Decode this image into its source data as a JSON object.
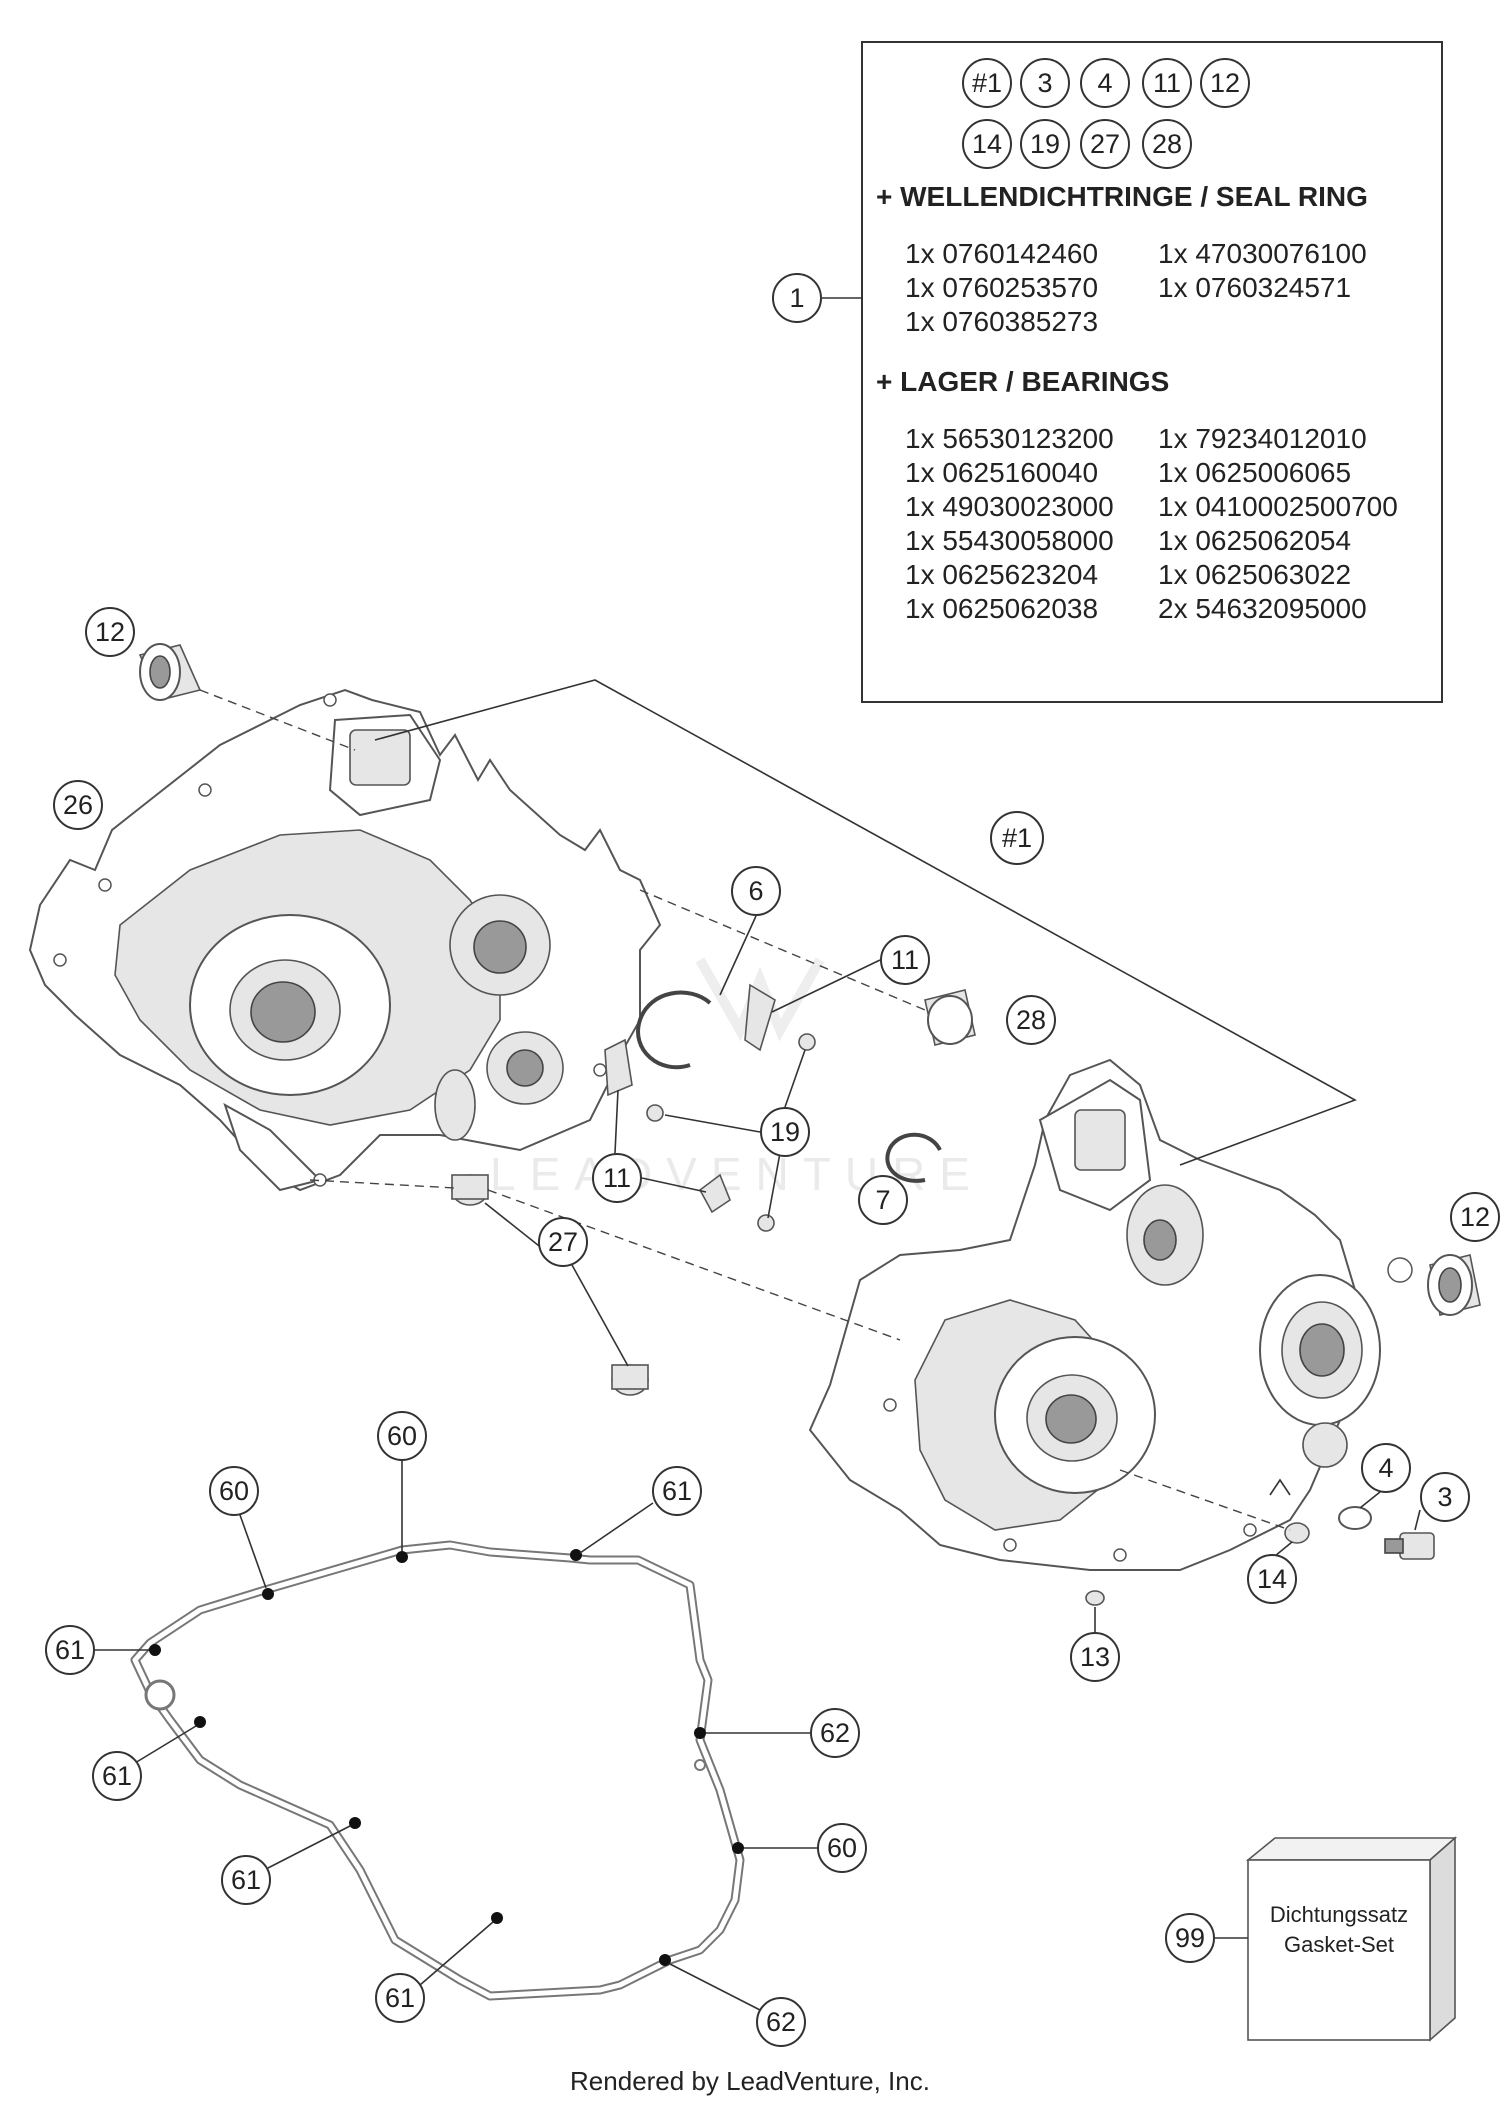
{
  "legend": {
    "ref_row1": [
      "#1",
      "3",
      "4",
      "11",
      "12"
    ],
    "ref_row2": [
      "14",
      "19",
      "27",
      "28"
    ],
    "callout": "1",
    "seal_heading": "+ WELLENDICHTRINGE / SEAL RING",
    "seal_rows": [
      [
        "1x 0760142460",
        "1x 47030076100"
      ],
      [
        "1x 0760253570",
        "1x 0760324571"
      ],
      [
        "1x 0760385273",
        ""
      ]
    ],
    "bearing_heading": "+ LAGER / BEARINGS",
    "bearing_rows": [
      [
        "1x 56530123200",
        "1x 79234012010"
      ],
      [
        "1x 0625160040",
        "1x 0625006065"
      ],
      [
        "1x 49030023000",
        "1x 0410002500700"
      ],
      [
        "1x 55430058000",
        "1x 0625062054"
      ],
      [
        "1x 0625623204",
        "1x 0625063022"
      ],
      [
        "1x 0625062038",
        "2x 54632095000"
      ]
    ]
  },
  "callouts": {
    "c12_left": "12",
    "c26": "26",
    "c1_assembly": "#1",
    "c6": "6",
    "c11_top": "11",
    "c28": "28",
    "c19": "19",
    "c11_bottom": "11",
    "c7": "7",
    "c27": "27",
    "c12_right": "12",
    "c4": "4",
    "c3": "3",
    "c14": "14",
    "c13": "13",
    "c60_a": "60",
    "c60_b": "60",
    "c61_a": "61",
    "c61_b": "61",
    "c61_c": "61",
    "c61_d": "61",
    "c61_e": "61",
    "c62_a": "62",
    "c60_c": "60",
    "c62_b": "62",
    "c99": "99"
  },
  "gasket_set": {
    "line1": "Dichtungssatz",
    "line2": "Gasket-Set"
  },
  "watermark": "LEADVENTURE",
  "footer": "Rendered by LeadVenture, Inc."
}
